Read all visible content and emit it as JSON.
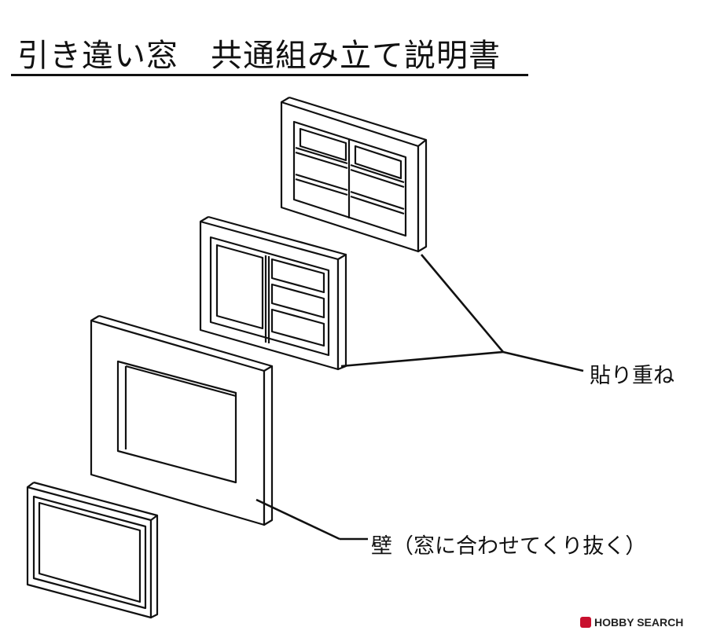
{
  "title": "引き違い窓　共通組み立て説明書",
  "labels": {
    "overlay": "貼り重ね",
    "wall": "壁（窓に合わせてくり抜く）"
  },
  "watermark": {
    "text": "HOBBY SEARCH"
  },
  "colors": {
    "line": "#111111",
    "background": "#ffffff",
    "watermark_mark": "#c8102e"
  },
  "parts": [
    "outer-sash",
    "inner-sash",
    "wall-panel",
    "window-frame"
  ]
}
